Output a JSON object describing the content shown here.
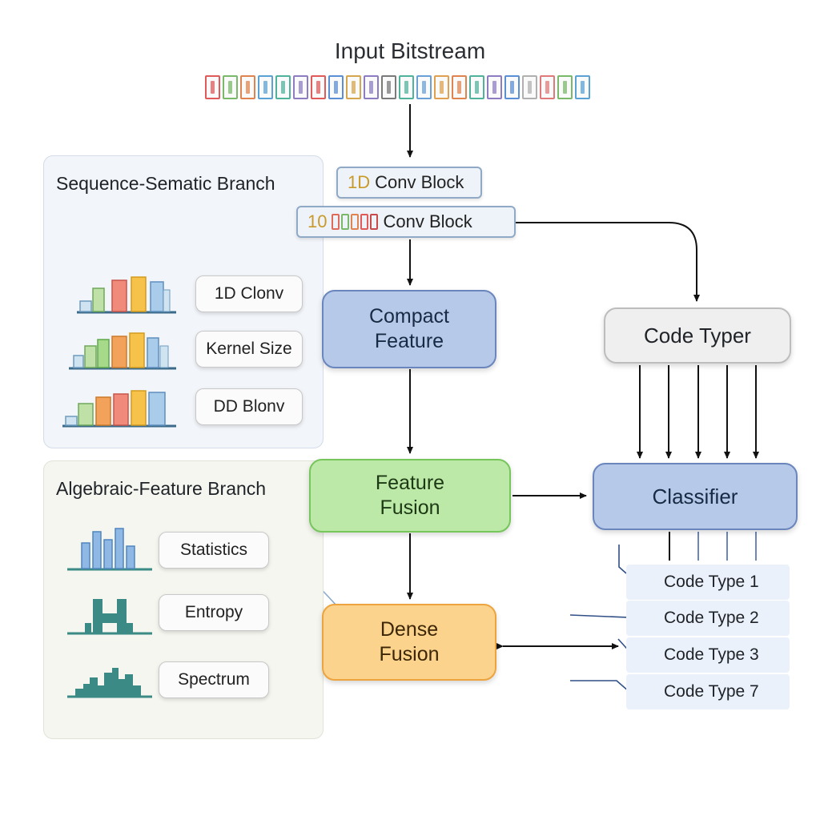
{
  "title": "Input Bitstream",
  "bitstream_colors": [
    "#e05a5a",
    "#7ab86a",
    "#e0844f",
    "#5aa2d6",
    "#4fb39b",
    "#8e7cc3",
    "#e05a5a",
    "#5a8fd6",
    "#d6a64f",
    "#8e7cc3",
    "#7a7a7a",
    "#4fb39b",
    "#6aa0d6",
    "#e0a04f",
    "#e0844f",
    "#4fb39b",
    "#8e7cc3",
    "#5a8fd6",
    "#b0b0b0",
    "#e07a7a",
    "#7ab86a",
    "#5aa2d6"
  ],
  "conv_block_top": {
    "prefix": "1D",
    "label": "Conv Block"
  },
  "conv_block_main": {
    "prefix": "10",
    "label": "Conv Block"
  },
  "seq_branch": {
    "title": "Sequence-Sematic Branch",
    "items": [
      "1D Clonv",
      "Kernel Size",
      "DD Blonv"
    ]
  },
  "alg_branch": {
    "title": "Algebraic-Feature Branch",
    "items": [
      "Statistics",
      "Entropy",
      "Spectrum"
    ]
  },
  "compact_feature": {
    "line1": "Compact",
    "line2": "Feature"
  },
  "feature_fusion": {
    "line1": "Feature",
    "line2": "Fusion"
  },
  "dense_fusion": {
    "line1": "Dense",
    "line2": "Fusion"
  },
  "code_typer": "Code Typer",
  "classifier": "Classifier",
  "code_types": [
    "Code Type 1",
    "Code Type 2",
    "Code Type 3",
    "Code Type 7"
  ],
  "colors": {
    "blue_fill": "#b6c9e8",
    "green_fill": "#bde9a8",
    "orange_fill": "#fbd38d",
    "gray_fill": "#efefef",
    "seq_panel": "#f2f5fa",
    "alg_panel": "#f4f6ef",
    "teal_icon": "#3c8a86",
    "arrow": "#111111",
    "out_arrow": "#2f4f86"
  },
  "icons": {
    "bar_stack": "colored-bar-stack-icon",
    "histogram": "blue-bar-histogram-icon",
    "entropy": "teal-h-shape-icon",
    "spectrum": "teal-spectrum-icon"
  }
}
